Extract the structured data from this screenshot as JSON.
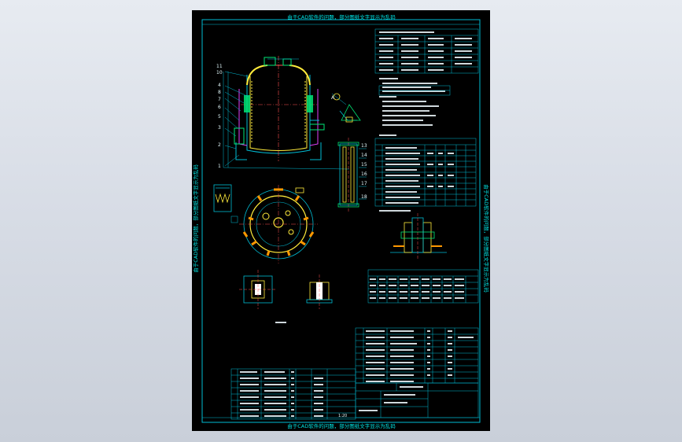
{
  "drawing": {
    "top_banner": "由于CAD软件的问题，部分图纸文字显示为乱码",
    "bottom_banner": "由于CAD软件的问题，部分图纸文字显示为乱码",
    "side_banner_left": "由于CAD软件的问题，部分图纸文字显示为乱码",
    "side_banner_right": "由于CAD软件的问题，部分图纸文字显示为乱码",
    "callouts_left": [
      "11",
      "10",
      "4",
      "8",
      "7",
      "6",
      "5",
      "3",
      "2",
      "1"
    ],
    "callouts_right": [
      "13",
      "14",
      "15",
      "16",
      "17",
      "18"
    ],
    "detail_label": "A",
    "title_block_label": "1:20"
  }
}
